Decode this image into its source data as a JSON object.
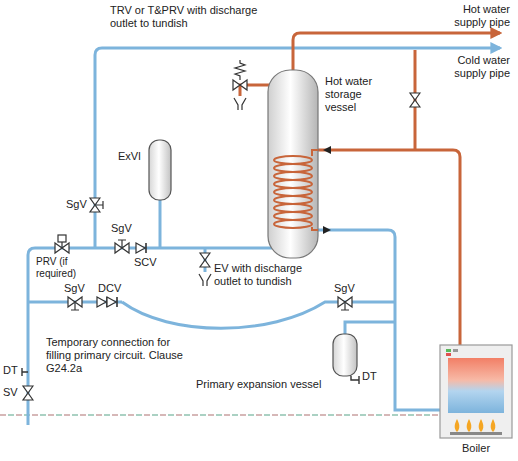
{
  "diagram": {
    "labels": [
      "TRV or T&PRV with discharge outlet to tundish",
      "Hot water supply pipe",
      "Cold water supply pipe",
      "ExVl",
      "Hot water storage vessel",
      "SgV",
      "SgV",
      "SCV",
      "PRV (if required)",
      "EV with discharge outlet to tundish",
      "SgV",
      "DCV",
      "Temporary connection for filling primary circuit. Clause G24.2a",
      "SgV",
      "Primary expansion vessel",
      "DT",
      "DT",
      "SV",
      "Boiler"
    ]
  }
}
